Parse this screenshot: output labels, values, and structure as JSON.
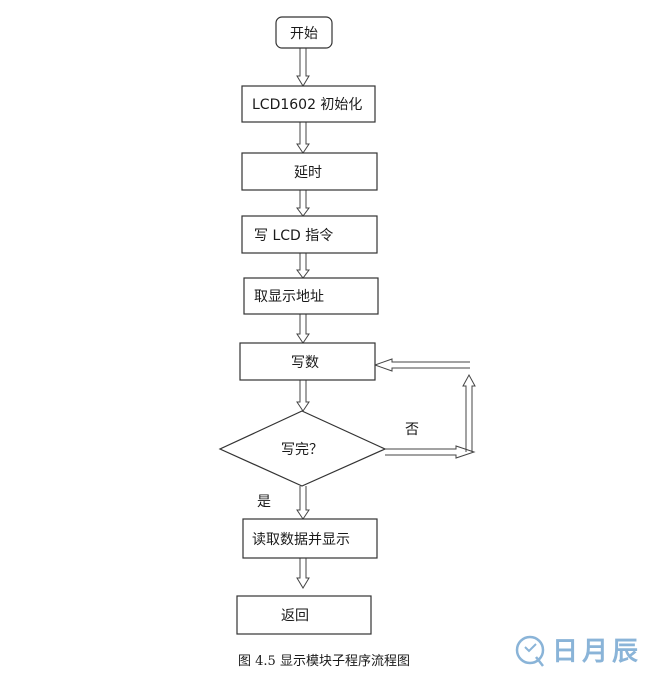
{
  "flowchart": {
    "start": "开始",
    "steps": [
      "LCD1602 初始化",
      "延时",
      "写 LCD 指令",
      "取显示地址",
      "写数"
    ],
    "decision": "写完？",
    "no_label": "否",
    "yes_label": "是",
    "after_steps": [
      "读取数据并显示",
      "返回"
    ]
  },
  "caption": "图 4.5  显示模块子程序流程图",
  "watermark": {
    "text": "日月辰",
    "color": "#8ab4d8",
    "icon": "q-logo-icon"
  }
}
